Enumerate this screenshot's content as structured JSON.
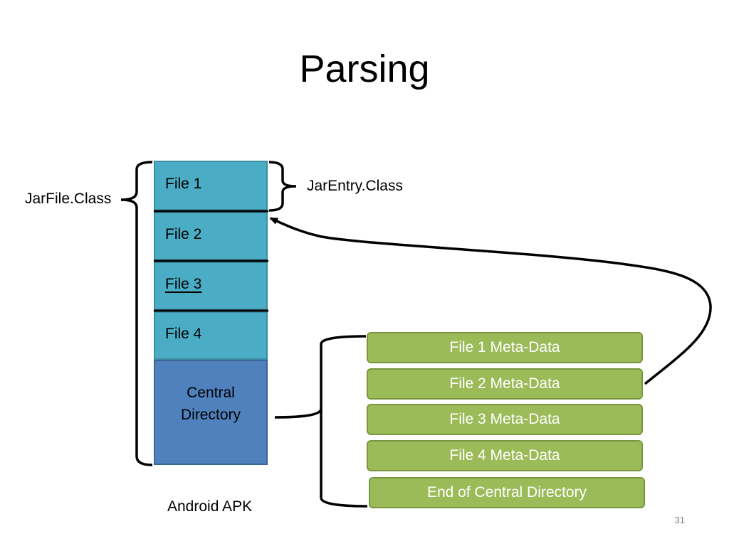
{
  "title": "Parsing",
  "apk_blocks": [
    {
      "label": "File 1",
      "underline": false
    },
    {
      "label": "File 2",
      "underline": false
    },
    {
      "label": "File 3",
      "underline": true
    },
    {
      "label": "File 4",
      "underline": false
    }
  ],
  "central_directory": {
    "line1": "Central",
    "line2": "Directory"
  },
  "apk_caption": "Android APK",
  "jarfile_label": "JarFile.Class",
  "jarentry_label": "JarEntry.Class",
  "metadata_blocks": [
    {
      "label": "File 1 Meta-Data"
    },
    {
      "label": "File 2 Meta-Data"
    },
    {
      "label": "File 3 Meta-Data"
    },
    {
      "label": "File 4 Meta-Data"
    },
    {
      "label": "End of Central Directory"
    }
  ],
  "page_number": "31",
  "colors": {
    "file_block": "#4aacc5",
    "central_directory": "#4f81bd",
    "metadata": "#9bbb59"
  }
}
